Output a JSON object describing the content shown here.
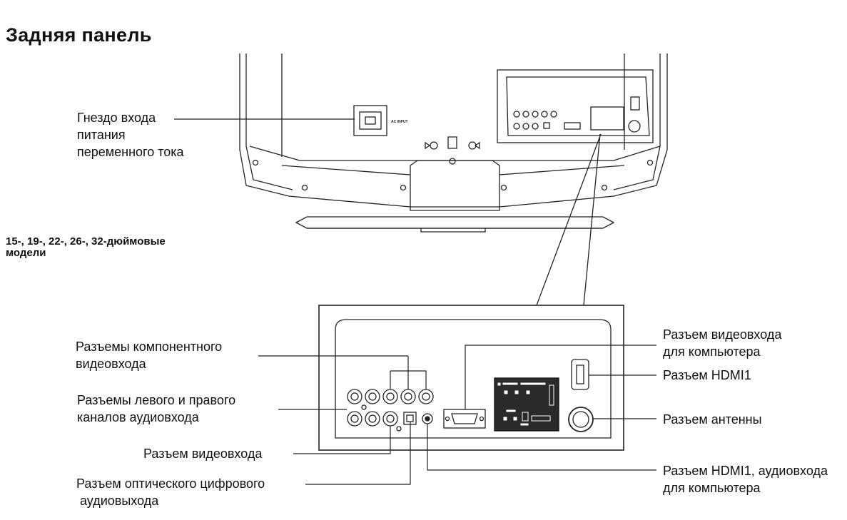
{
  "title": "Задняя панель",
  "models": [
    "15-, 19-, 22-, 26-, 32-дюймовые",
    "модели"
  ],
  "tv": {
    "ac_input_mark": "AC INPUT"
  },
  "labels": {
    "ac_power": [
      "Гнездо входа",
      "питания",
      "переменного тока"
    ],
    "component": [
      "Разъемы компонентного",
      "видеовхода"
    ],
    "audio_lr": [
      "Разъемы левого и правого",
      "каналов аудиовхода"
    ],
    "video_in": [
      "Разъем видеовхода"
    ],
    "optical": [
      "Разъем оптического цифрового",
      " аудиовыхода"
    ],
    "pc_video": [
      "Разъем видеовхода",
      "для компьютера"
    ],
    "hdmi1": [
      "Разъем HDMI1"
    ],
    "antenna": [
      "Разъем антенны"
    ],
    "hdmi_pc_audio": [
      "Разъем HDMI1, аудиовхода",
      "для компьютера"
    ]
  }
}
